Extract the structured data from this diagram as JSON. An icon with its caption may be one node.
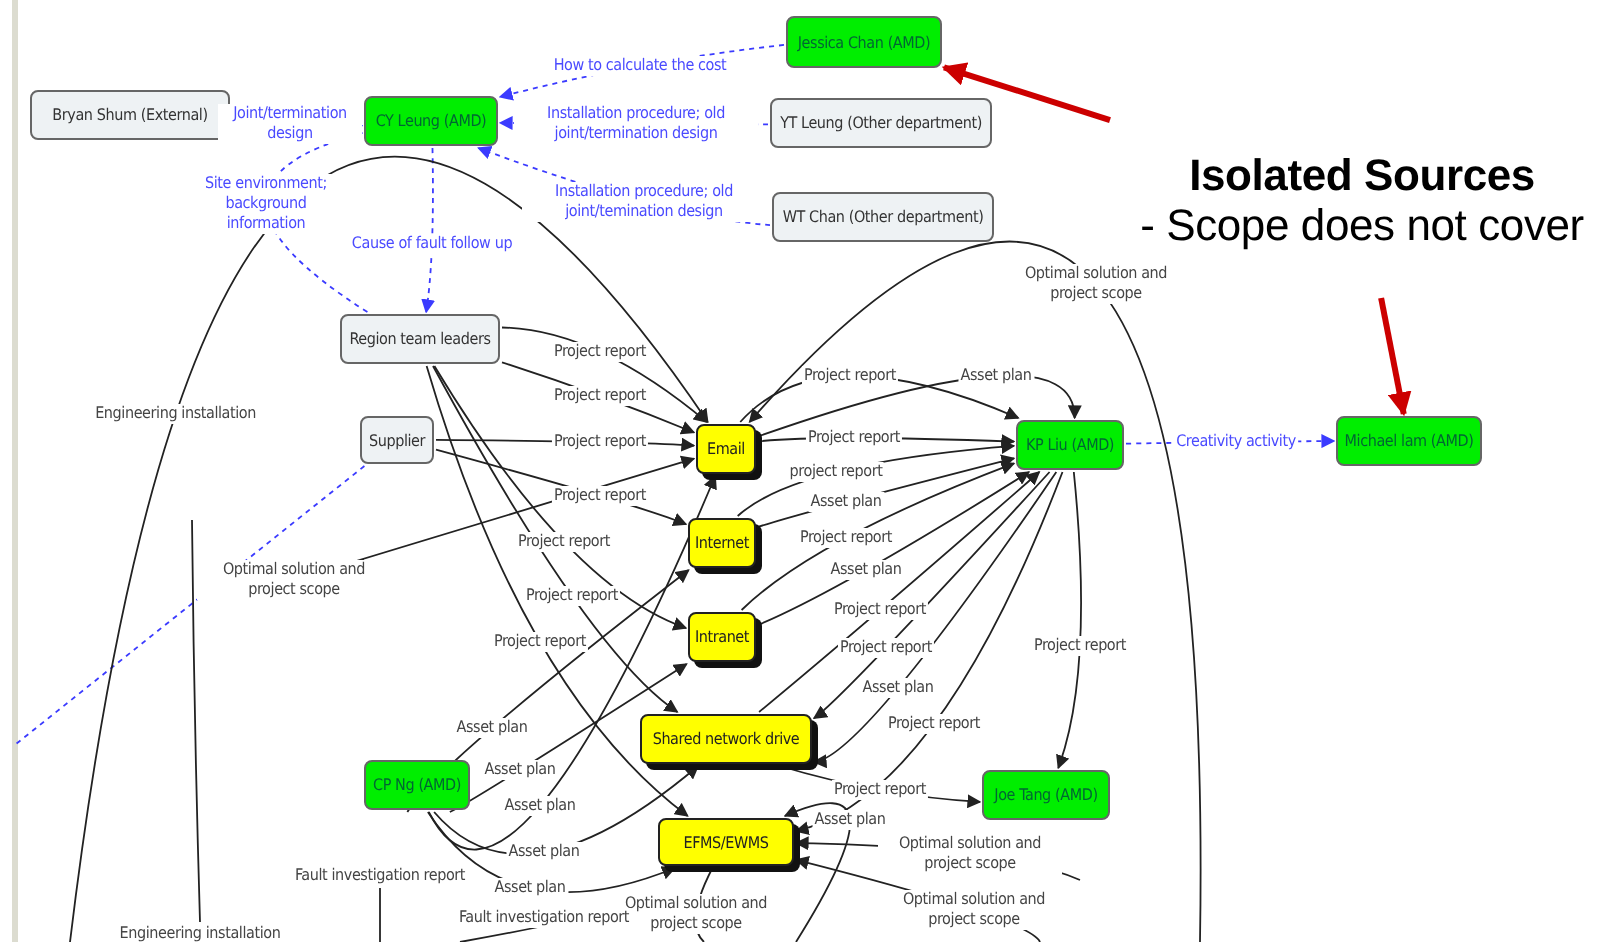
{
  "diagram": {
    "nodes": [
      {
        "text": [
          "Jessica Chan (AMD)"
        ]
      },
      {
        "text": [
          "Bryan Shum (External)"
        ]
      },
      {
        "text": [
          "CY Leung (AMD)"
        ]
      },
      {
        "text": [
          "YT Leung (Other department)"
        ]
      },
      {
        "text": [
          "WT Chan (Other department)"
        ]
      },
      {
        "text": [
          "Region team leaders"
        ]
      },
      {
        "text": [
          "Supplier"
        ]
      },
      {
        "text": [
          "Email"
        ]
      },
      {
        "text": [
          "KP Liu (AMD)"
        ]
      },
      {
        "text": [
          "Michael lam (AMD)"
        ]
      },
      {
        "text": [
          "Internet"
        ]
      },
      {
        "text": [
          "Intranet"
        ]
      },
      {
        "text": [
          "Shared network drive"
        ]
      },
      {
        "text": [
          "CP Ng (AMD)"
        ]
      },
      {
        "text": [
          "Joe Tang (AMD)"
        ]
      },
      {
        "text": [
          "EFMS/EWMS"
        ]
      },
      {
        "text": [
          "Isolated Sources",
          "- Scope does not cover"
        ]
      }
    ],
    "edges": [
      {
        "from": 1,
        "to": 2,
        "arrow": "to",
        "label": "Joint/termination design",
        "style": "dashed",
        "color": "#3b3bff"
      },
      {
        "from": 0,
        "to": 2,
        "arrow": "to",
        "label": "How to calculate the cost",
        "style": "dashed",
        "color": "#3b3bff"
      },
      {
        "from": 3,
        "to": 2,
        "arrow": "to",
        "label": "Installation procedure; old joint/termination design",
        "style": "dashed",
        "color": "#3b3bff"
      },
      {
        "from": 4,
        "to": 2,
        "arrow": "to",
        "label": "Installation procedure; old joint/temination design",
        "style": "dashed",
        "color": "#3b3bff"
      },
      {
        "from": 5,
        "to": 2,
        "arrow": "to",
        "label": "Site environment; background information",
        "style": "dashed",
        "color": "#3b3bff"
      },
      {
        "from": 2,
        "to": 5,
        "arrow": "to",
        "label": "Cause of fault follow up",
        "style": "dashed",
        "color": "#3b3bff"
      },
      {
        "from": 8,
        "to": 9,
        "arrow": "to",
        "label": "Creativity activity",
        "style": "dashed",
        "color": "#3b3bff"
      },
      {
        "from": 6,
        "to": null,
        "arrow": "none",
        "style": "dashed",
        "color": "#3b3bff"
      },
      {
        "from": 16,
        "to": 0,
        "arrow": "to",
        "style": "thick",
        "color": "#cc0000"
      },
      {
        "from": 16,
        "to": 9,
        "arrow": "to",
        "style": "thick",
        "color": "#cc0000"
      },
      {
        "from": 5,
        "to": 7,
        "arrow": "to",
        "label": "Project report"
      },
      {
        "from": 5,
        "to": 7,
        "arrow": "to",
        "label": "Project report"
      },
      {
        "from": 6,
        "to": 7,
        "arrow": "to",
        "label": "Project report"
      },
      {
        "from": 6,
        "to": 10,
        "arrow": "to",
        "label": "Project report"
      },
      {
        "from": 5,
        "to": 11,
        "arrow": "to",
        "label": "Project report"
      },
      {
        "from": 5,
        "to": 12,
        "arrow": "to",
        "label": "Project report"
      },
      {
        "from": 5,
        "to": 15,
        "arrow": "to",
        "label": "Project report"
      },
      {
        "from": 7,
        "to": 8,
        "arrow": "to",
        "label": "Project report"
      },
      {
        "from": 7,
        "to": 8,
        "arrow": "to",
        "label": "Asset plan"
      },
      {
        "from": 7,
        "to": 8,
        "arrow": "to",
        "label": "Project report"
      },
      {
        "from": 10,
        "to": 8,
        "arrow": "to",
        "label": "project report"
      },
      {
        "from": 10,
        "to": 8,
        "arrow": "to",
        "label": "Asset plan"
      },
      {
        "from": 11,
        "to": 8,
        "arrow": "to",
        "label": "Project report"
      },
      {
        "from": 11,
        "to": 8,
        "arrow": "to",
        "label": "Asset plan"
      },
      {
        "from": 12,
        "to": 8,
        "arrow": "to",
        "label": "Project report"
      },
      {
        "from": 8,
        "to": 12,
        "arrow": "to",
        "label": "Project report"
      },
      {
        "from": 8,
        "to": 12,
        "arrow": "to",
        "label": "Asset plan"
      },
      {
        "from": 8,
        "to": 15,
        "arrow": "to",
        "label": "Project report"
      },
      {
        "from": 12,
        "to": 14,
        "arrow": "to",
        "label": "Project report"
      },
      {
        "from": 8,
        "to": 14,
        "arrow": "to",
        "label": "Project report"
      },
      {
        "from": 13,
        "to": 10,
        "arrow": "to",
        "label": "Asset plan"
      },
      {
        "from": 13,
        "to": 11,
        "arrow": "to",
        "label": "Asset plan"
      },
      {
        "from": 13,
        "to": 7,
        "arrow": "to",
        "label": "Asset plan"
      },
      {
        "from": 13,
        "to": 12,
        "arrow": "to",
        "label": "Asset plan"
      },
      {
        "from": 13,
        "to": 15,
        "arrow": "to",
        "label": "Asset plan"
      },
      {
        "from": null,
        "to": 15,
        "arrow": "to",
        "label": "Asset plan"
      },
      {
        "from": null,
        "to": 15,
        "arrow": "to",
        "label": "Optimal solution and project scope"
      },
      {
        "from": null,
        "to": 15,
        "arrow": "to",
        "label": "Optimal solution and project scope"
      },
      {
        "from": 15,
        "to": null,
        "arrow": "none",
        "label": "Optimal solution and project scope"
      },
      {
        "from": null,
        "to": 7,
        "arrow": "to",
        "label": "Engineering installation"
      },
      {
        "from": null,
        "to": 7,
        "arrow": "to",
        "label": "Optimal solution and project scope"
      },
      {
        "from": null,
        "to": 7,
        "arrow": "to",
        "label": "Optimal solution and project scope"
      }
    ],
    "labels": [
      "Fault investigation report",
      "Fault investigation report",
      "Engineering installation"
    ]
  }
}
